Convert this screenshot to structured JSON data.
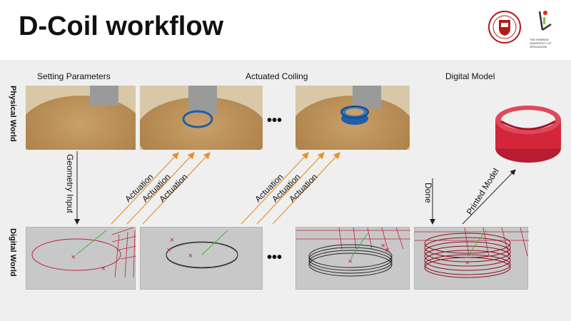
{
  "slide": {
    "title": "D-Coil workflow"
  },
  "rows": {
    "physical": "Physical World",
    "digital": "Digital World"
  },
  "headers": {
    "setting": "Setting Parameters",
    "coiling": "Actuated Coiling",
    "digital_model": "Digital Model"
  },
  "arrows": {
    "geometry_input": "Geometry Input",
    "actuation": "Actuation",
    "done": "Done",
    "printed_model": "Printed Model"
  },
  "ellipsis": "•••",
  "logos": {
    "hebrew_univ": "THE HEBREW UNIVERSITY OF JERUSALEM"
  },
  "colors": {
    "arrow_orange": "#e8912c",
    "wire_red": "#c0203a",
    "model_red": "#d4263a",
    "coil_blue": "#1f5fa8"
  }
}
